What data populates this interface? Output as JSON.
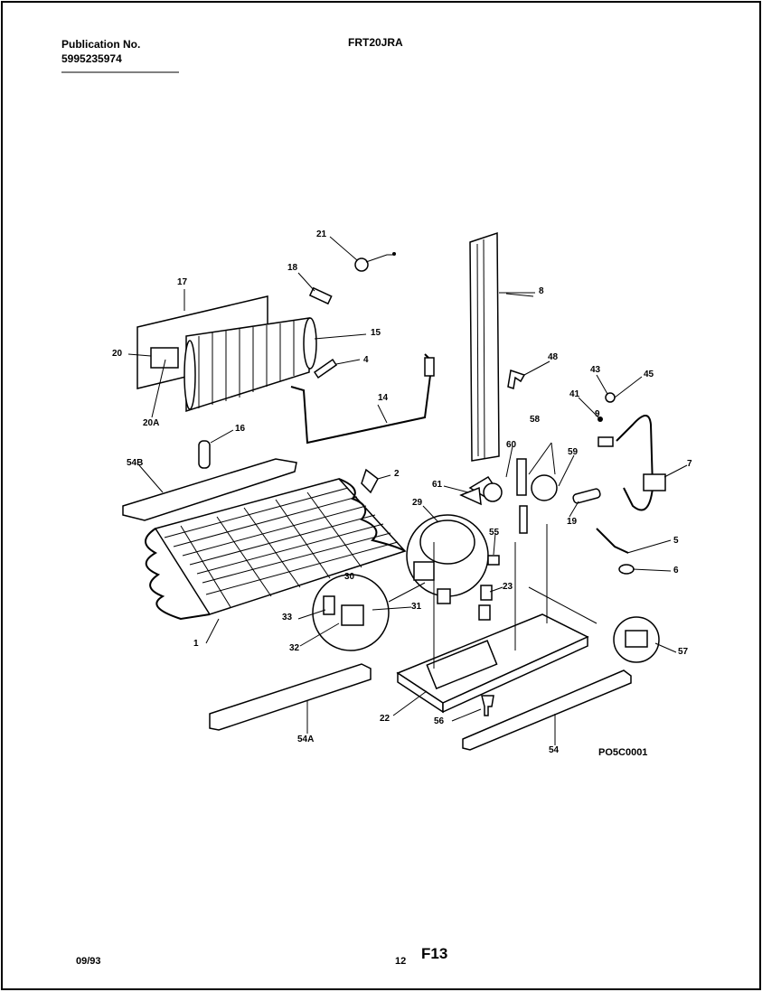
{
  "header": {
    "publication_label": "Publication No.",
    "publication_number": "5995235974",
    "model": "FRT20JRA"
  },
  "labels": {
    "l21": "21",
    "l18": "18",
    "l17": "17",
    "l15": "15",
    "l20": "20",
    "l4": "4",
    "l14": "14",
    "l20A": "20A",
    "l16": "16",
    "l54B": "54B",
    "l2": "2",
    "l8": "8",
    "l48": "48",
    "l43": "43",
    "l45": "45",
    "l41": "41",
    "l9": "9",
    "l59": "59",
    "l60": "60",
    "l58": "58",
    "l61": "61",
    "l7": "7",
    "l29": "29",
    "l19": "19",
    "l55": "55",
    "l5": "5",
    "l6": "6",
    "l23": "23",
    "l30": "30",
    "l33": "33",
    "l31": "31",
    "l32": "32",
    "l1": "1",
    "l57": "57",
    "l22": "22",
    "l56": "56",
    "l54A": "54A",
    "l54": "54",
    "diagram_code": "PO5C0001"
  },
  "footer": {
    "date": "09/93",
    "page": "12",
    "figure": "F13"
  }
}
